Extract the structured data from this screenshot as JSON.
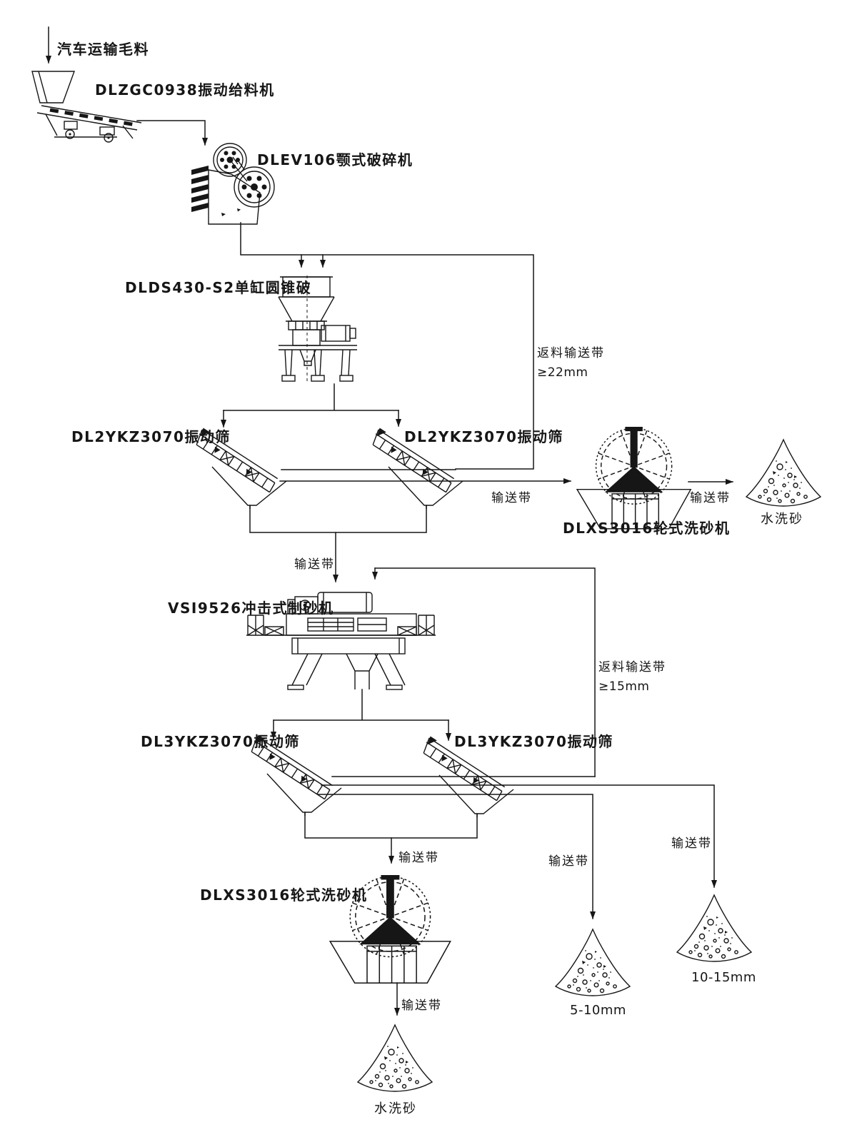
{
  "diagram": {
    "ink_color": "#161616",
    "bg_color": "#ffffff",
    "raw_material": "汽车运输毛料",
    "feeder_label": "DLZGC0938振动给料机",
    "jaw_label": "DLEV106颚式破碎机",
    "cone_label": "DLDS430-S2单缸圆锥破",
    "screen_stage1_label": "DL2YKZ3070振动筛",
    "screen_stage2_label": "DL3YKZ3070振动筛",
    "washer_label": "DLXS3016轮式洗砂机",
    "vsi_label": "VSI9526冲击式制砂机",
    "belt_label": "输送带",
    "return_belt_label": "返料输送带",
    "return1_size": "≥22mm",
    "return2_size": "≥15mm",
    "washed_sand_label": "水洗砂",
    "pile_5_10_label": "5-10mm",
    "pile_10_15_label": "10-15mm"
  }
}
